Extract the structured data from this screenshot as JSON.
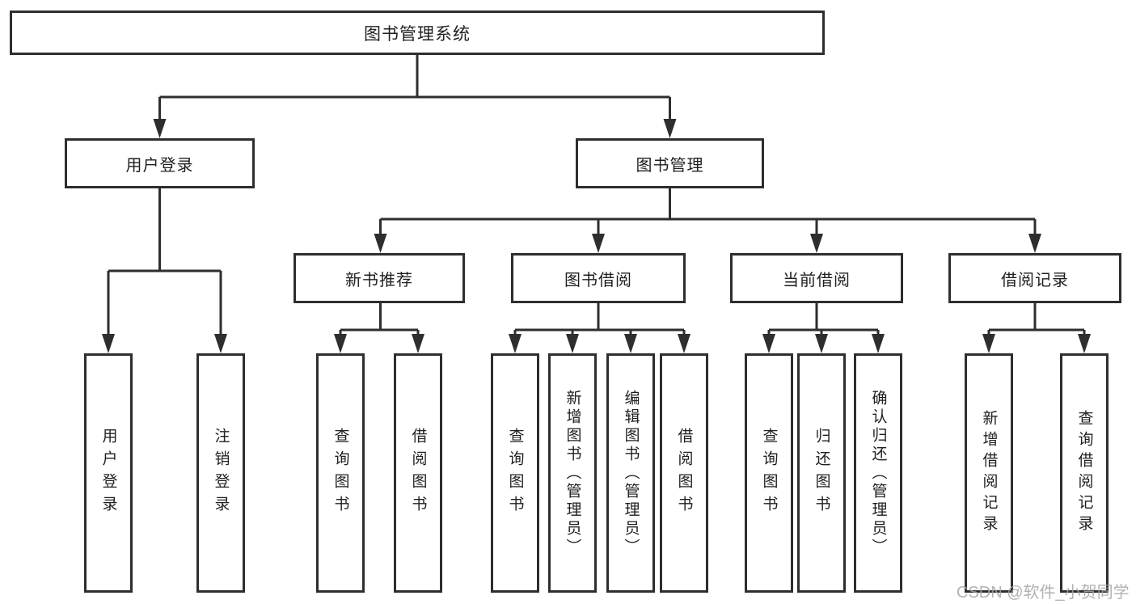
{
  "diagram": {
    "root": "图书管理系统",
    "branches": [
      {
        "label": "用户登录",
        "children": [
          "用户登录",
          "注销登录"
        ]
      },
      {
        "label": "图书管理"
      }
    ],
    "modules": [
      {
        "label": "新书推荐",
        "children": [
          "查询图书",
          "借阅图书"
        ]
      },
      {
        "label": "图书借阅",
        "children": [
          "查询图书",
          "新增图书（管理员）",
          "编辑图书（管理员）",
          "借阅图书"
        ]
      },
      {
        "label": "当前借阅",
        "children": [
          "查询图书",
          "归还图书",
          "确认归还（管理员）"
        ]
      },
      {
        "label": "借阅记录",
        "children": [
          "新增借阅记录",
          "查询借阅记录"
        ]
      }
    ],
    "watermark": "CSDN @软件_小贺同学"
  },
  "colors": {
    "line": "#2e2e2e",
    "text": "#1f1f1f",
    "watermark": "#a5a5a5",
    "background": "#ffffff"
  }
}
